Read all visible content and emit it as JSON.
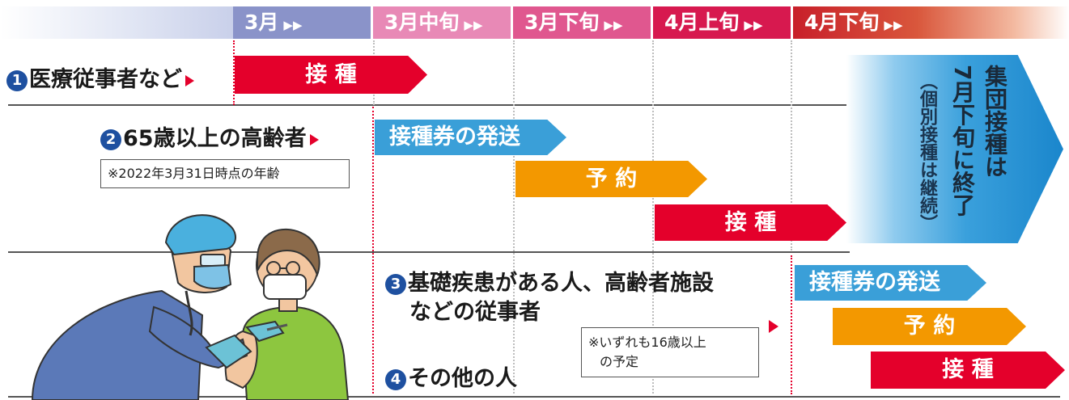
{
  "timeline": {
    "periods": [
      "3月",
      "3月中旬",
      "3月下旬",
      "4月上旬",
      "4月下旬"
    ],
    "arrow_glyph": "▶▶"
  },
  "groups": {
    "g1": {
      "num": "1",
      "label": "医療従事者など"
    },
    "g2": {
      "num": "2",
      "label": "65歳以上の高齢者",
      "note": "※2022年3月31日時点の年齢"
    },
    "g3": {
      "num": "3",
      "line1": "基礎疾患がある人、高齢者施設",
      "line2": "などの従事者"
    },
    "g4": {
      "num": "4",
      "label": "その他の人"
    },
    "g34_note_line1": "※いずれも16歳以上",
    "g34_note_line2": "の予定"
  },
  "steps": {
    "vaccination": "接 種",
    "ticket_send": "接種券の発送",
    "reservation": "予 約"
  },
  "final": {
    "main_col1": "集団接種は",
    "main_col2": "7月下旬に終了",
    "sub": "（個別接種は継続）"
  },
  "colors": {
    "red": "#e4002b",
    "blue": "#3a9fd8",
    "orange": "#f39800",
    "header_3m": "#8a93c9",
    "header_mid": "#e889b6",
    "header_late": "#e0578f",
    "header_apr_early": "#d7194f",
    "header_apr_late": "#c81f2a"
  }
}
